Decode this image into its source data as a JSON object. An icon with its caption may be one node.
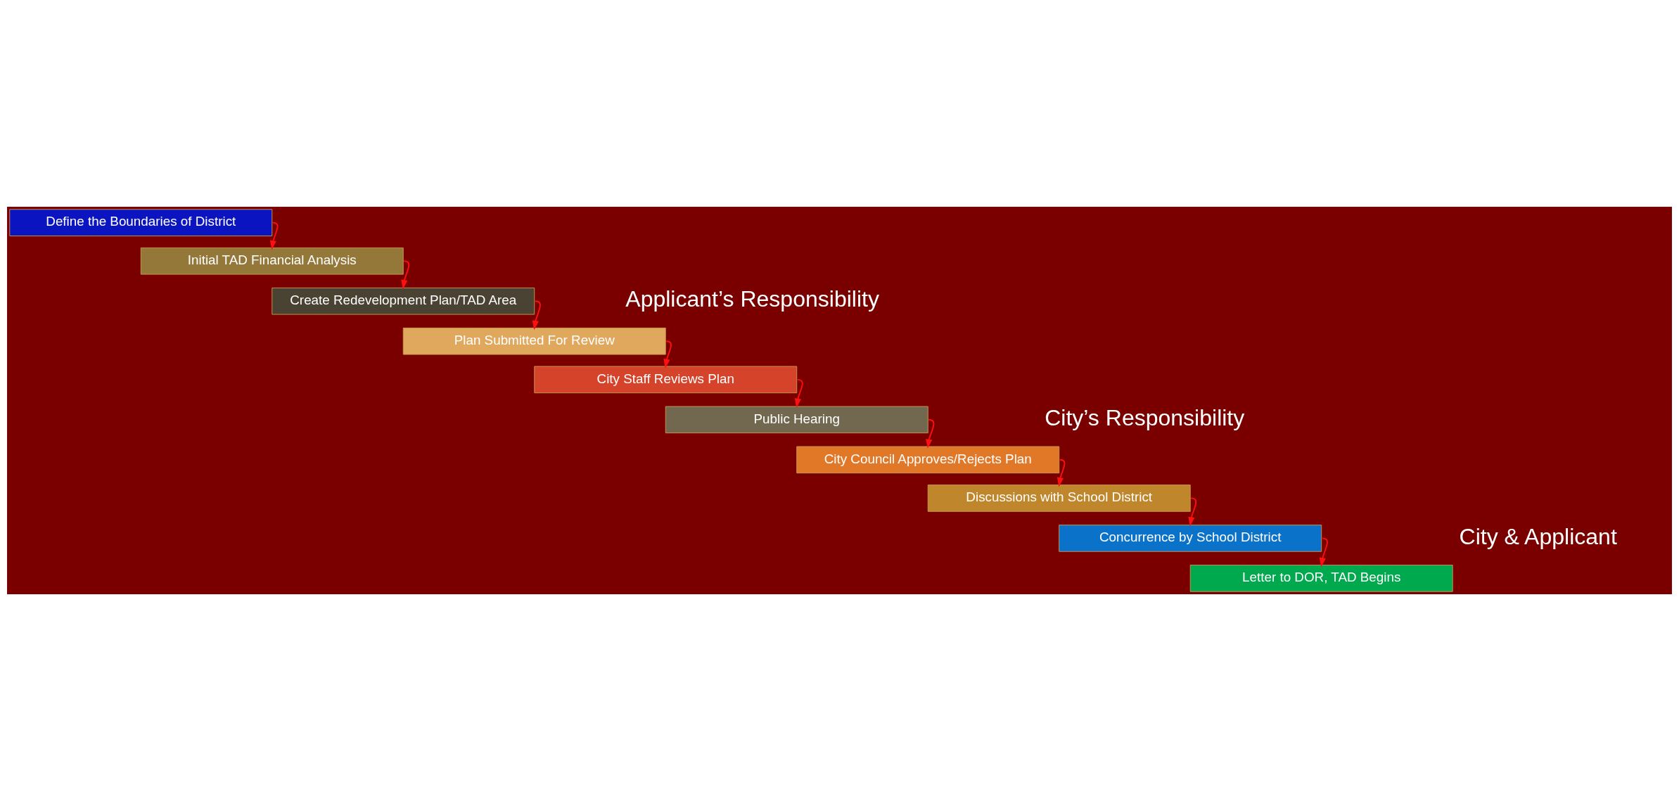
{
  "diagram": {
    "nodes": [
      {
        "text": [
          "Define the Boundaries of District"
        ]
      },
      {
        "text": [
          "Initial TAD Financial Analysis"
        ]
      },
      {
        "text": [
          "Create Redevelopment Plan/TAD Area"
        ]
      },
      {
        "text": [
          "Plan Submitted For Review"
        ]
      },
      {
        "text": [
          "City Staff Reviews Plan"
        ]
      },
      {
        "text": [
          "Public Hearing"
        ]
      },
      {
        "text": [
          "City Council Approves/Rejects Plan"
        ]
      },
      {
        "text": [
          "Discussions with School District"
        ]
      },
      {
        "text": [
          "Concurrence by School District"
        ]
      },
      {
        "text": [
          "Letter to DOR, TAD Begins"
        ]
      }
    ],
    "edges": [
      {
        "from": 0,
        "to": 1,
        "arrow": "to"
      },
      {
        "from": 1,
        "to": 2,
        "arrow": "to"
      },
      {
        "from": 2,
        "to": 3,
        "arrow": "to"
      },
      {
        "from": 3,
        "to": 4,
        "arrow": "to"
      },
      {
        "from": 4,
        "to": 5,
        "arrow": "to"
      },
      {
        "from": 5,
        "to": 6,
        "arrow": "to"
      },
      {
        "from": 6,
        "to": 7,
        "arrow": "to"
      },
      {
        "from": 7,
        "to": 8,
        "arrow": "to"
      },
      {
        "from": 8,
        "to": 9,
        "arrow": "to"
      }
    ],
    "labels": [
      "Applicant’s Responsibility",
      "City’s Responsibility",
      "City & Applicant"
    ]
  }
}
